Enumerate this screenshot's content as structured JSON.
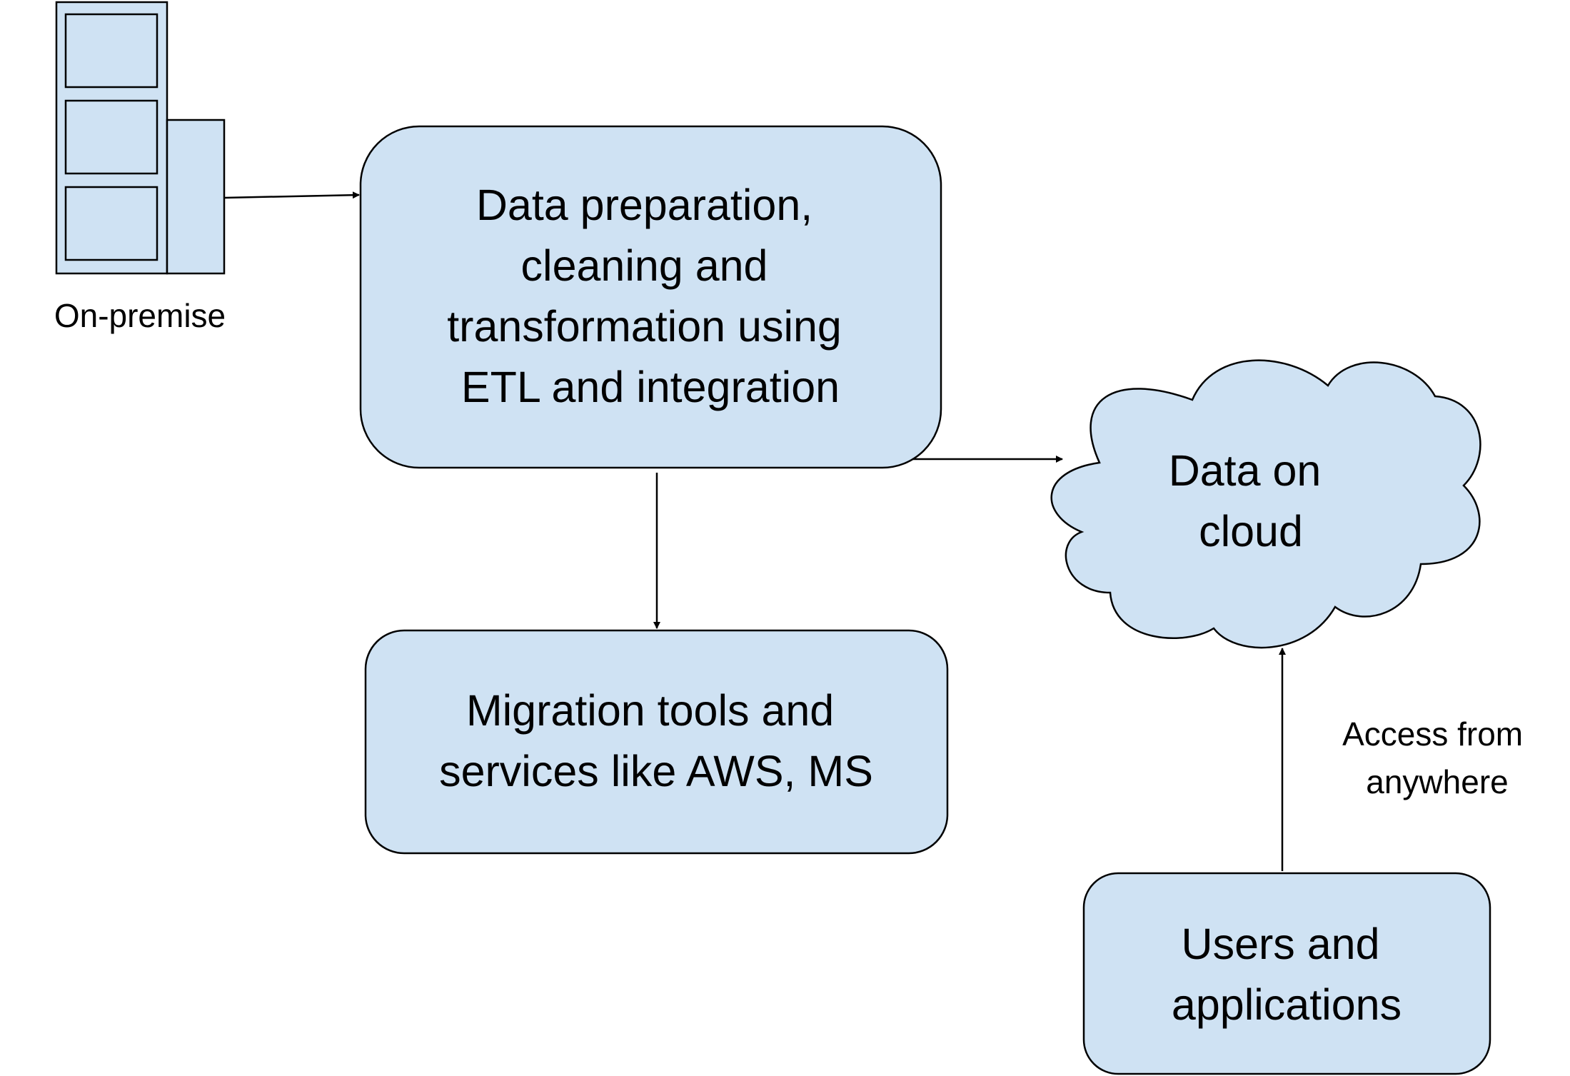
{
  "nodes": {
    "on_premise": {
      "label": "On-premise",
      "icon": "server-icon"
    },
    "etl": {
      "lines": [
        "Data preparation,",
        "cleaning and",
        "transformation using",
        "ETL and integration"
      ]
    },
    "migration": {
      "lines": [
        "Migration tools and",
        "services like AWS, MS"
      ]
    },
    "cloud": {
      "lines": [
        "Data on",
        "cloud"
      ],
      "icon": "cloud-icon"
    },
    "users": {
      "lines": [
        "Users and",
        "applications"
      ]
    }
  },
  "edges": {
    "users_to_cloud": {
      "lines": [
        "Access from",
        "anywhere"
      ]
    }
  },
  "colors": {
    "fill": "#cfe2f3",
    "stroke": "#000000"
  }
}
